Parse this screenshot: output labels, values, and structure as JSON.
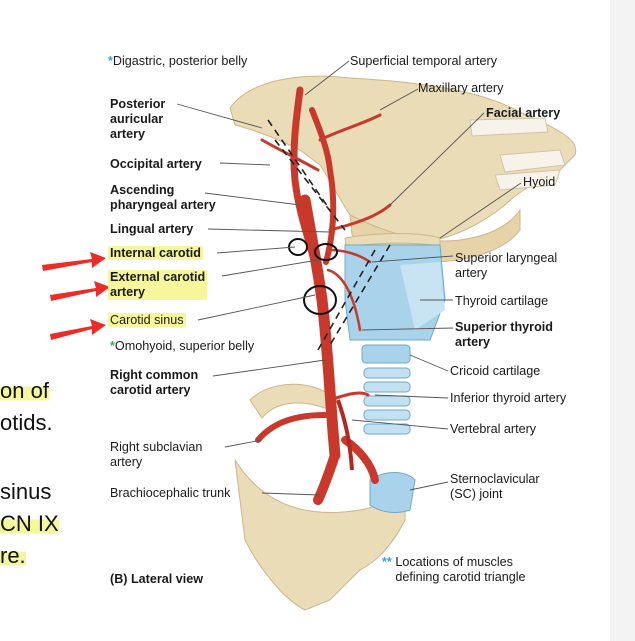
{
  "labels": {
    "digastric": "Digastric, posterior belly",
    "posterior_auricular": "Posterior\nauricular\nartery",
    "occipital": "Occipital artery",
    "ascending_pharyngeal": "Ascending\npharyngeal artery",
    "lingual": "Lingual artery",
    "internal_carotid": "Internal carotid",
    "external_carotid": "External carotid\nartery",
    "carotid_sinus": "Carotid sinus",
    "omohyoid": "Omohyoid, superior belly",
    "right_common_carotid": "Right common\ncarotid artery",
    "right_subclavian": "Right subclavian\nartery",
    "brachiocephalic": "Brachiocephalic trunk",
    "superficial_temporal": "Superficial temporal artery",
    "maxillary": "Maxillary artery",
    "facial": "Facial artery",
    "hyoid": "Hyoid",
    "superior_laryngeal": "Superior laryngeal\nartery",
    "thyroid_cartilage": "Thyroid cartilage",
    "superior_thyroid": "Superior thyroid\nartery",
    "cricoid": "Cricoid cartilage",
    "inferior_thyroid": "Inferior thyroid artery",
    "vertebral": "Vertebral artery",
    "sternoclavicular": "Sternoclavicular\n(SC) joint",
    "legend": "Locations of muscles\ndefining carotid triangle",
    "view": "(B) Lateral view"
  },
  "markers": {
    "single": "*",
    "double": "**"
  },
  "slide_text": [
    "on of",
    "otids.",
    "sinus",
    "CN IX",
    "re."
  ],
  "colors": {
    "artery": "#c8392b",
    "arrow": "#ee2b24",
    "bone": "#ebdcb8",
    "cartilage": "#a9d3ea",
    "highlight": "#f6f69a"
  }
}
